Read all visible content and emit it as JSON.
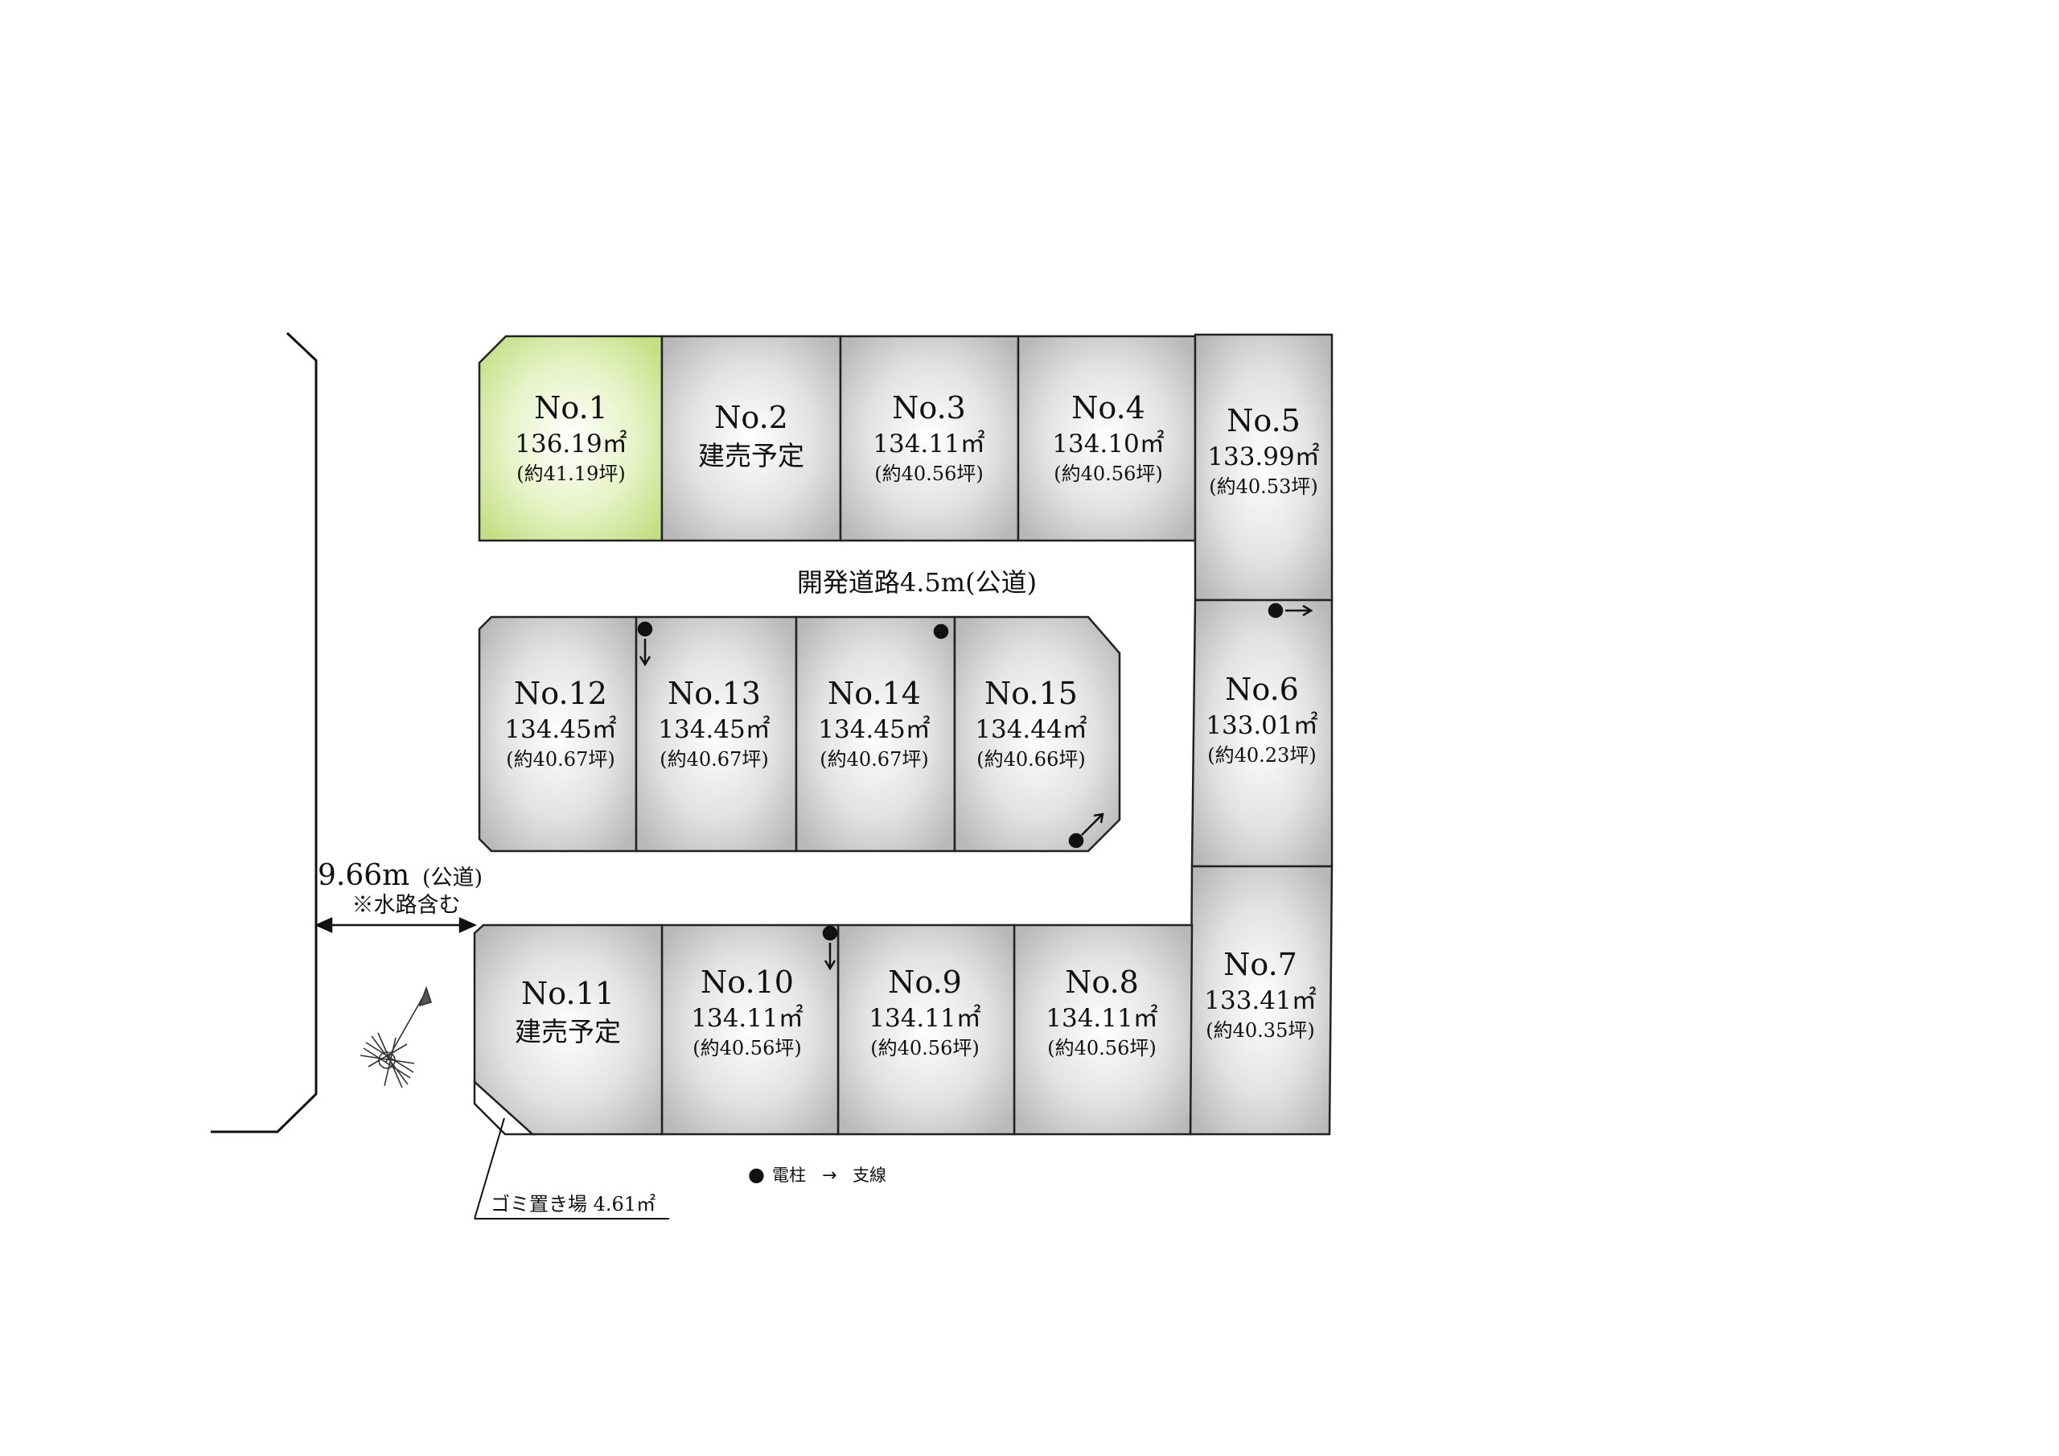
{
  "lots": [
    {
      "id": "lot-1",
      "no": "No.1",
      "area": "136.19㎡",
      "tsubo": "(約41.19坪)",
      "status": "",
      "color": "#cfe79a"
    },
    {
      "id": "lot-2",
      "no": "No.2",
      "area": "",
      "tsubo": "",
      "status": "建売予定",
      "color": "#c8c8c8"
    },
    {
      "id": "lot-3",
      "no": "No.3",
      "area": "134.11㎡",
      "tsubo": "(約40.56坪)",
      "status": "",
      "color": "#c8c8c8"
    },
    {
      "id": "lot-4",
      "no": "No.4",
      "area": "134.10㎡",
      "tsubo": "(約40.56坪)",
      "status": "",
      "color": "#c8c8c8"
    },
    {
      "id": "lot-5",
      "no": "No.5",
      "area": "133.99㎡",
      "tsubo": "(約40.53坪)",
      "status": "",
      "color": "#c8c8c8"
    },
    {
      "id": "lot-6",
      "no": "No.6",
      "area": "133.01㎡",
      "tsubo": "(約40.23坪)",
      "status": "",
      "color": "#c8c8c8"
    },
    {
      "id": "lot-7",
      "no": "No.7",
      "area": "133.41㎡",
      "tsubo": "(約40.35坪)",
      "status": "",
      "color": "#c8c8c8"
    },
    {
      "id": "lot-8",
      "no": "No.8",
      "area": "134.11㎡",
      "tsubo": "(約40.56坪)",
      "status": "",
      "color": "#c8c8c8"
    },
    {
      "id": "lot-9",
      "no": "No.9",
      "area": "134.11㎡",
      "tsubo": "(約40.56坪)",
      "status": "",
      "color": "#c8c8c8"
    },
    {
      "id": "lot-10",
      "no": "No.10",
      "area": "134.11㎡",
      "tsubo": "(約40.56坪)",
      "status": "",
      "color": "#c8c8c8"
    },
    {
      "id": "lot-11",
      "no": "No.11",
      "area": "",
      "tsubo": "",
      "status": "建売予定",
      "color": "#c8c8c8"
    },
    {
      "id": "lot-12",
      "no": "No.12",
      "area": "134.45㎡",
      "tsubo": "(約40.67坪)",
      "status": "",
      "color": "#c8c8c8"
    },
    {
      "id": "lot-13",
      "no": "No.13",
      "area": "134.45㎡",
      "tsubo": "(約40.67坪)",
      "status": "",
      "color": "#c8c8c8"
    },
    {
      "id": "lot-14",
      "no": "No.14",
      "area": "134.45㎡",
      "tsubo": "(約40.67坪)",
      "status": "",
      "color": "#c8c8c8"
    },
    {
      "id": "lot-15",
      "no": "No.15",
      "area": "134.44㎡",
      "tsubo": "(約40.66坪)",
      "status": "",
      "color": "#c8c8c8"
    }
  ],
  "roads": {
    "dev_road": "開発道路4.5m(公道)",
    "public_road_width": "9.66m",
    "public_road_type": "(公道)",
    "public_road_note": "※水路含む"
  },
  "garbage": {
    "label": "ゴミ置き場 4.61㎡"
  },
  "legend": {
    "pole_symbol": "●",
    "pole_label": "電柱",
    "wire_symbol": "→",
    "wire_label": "支線"
  }
}
